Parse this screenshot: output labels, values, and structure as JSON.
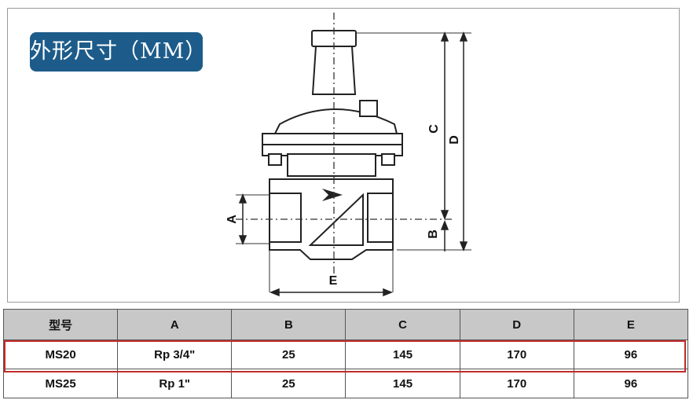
{
  "title": "外形尺寸（MM）",
  "dimension_labels": {
    "a": "A",
    "b": "B",
    "c": "C",
    "d": "D",
    "e": "E"
  },
  "table": {
    "headers": [
      "型号",
      "A",
      "B",
      "C",
      "D",
      "E"
    ],
    "rows": [
      [
        "MS20",
        "Rp 3/4\"",
        "25",
        "145",
        "170",
        "96"
      ],
      [
        "MS25",
        "Rp 1\"",
        "25",
        "145",
        "170",
        "96"
      ]
    ],
    "highlighted_row": 0,
    "highlight_color": "#c42b2b",
    "header_bg": "#c8c8c8"
  },
  "badge_color": "#1d5c8a"
}
